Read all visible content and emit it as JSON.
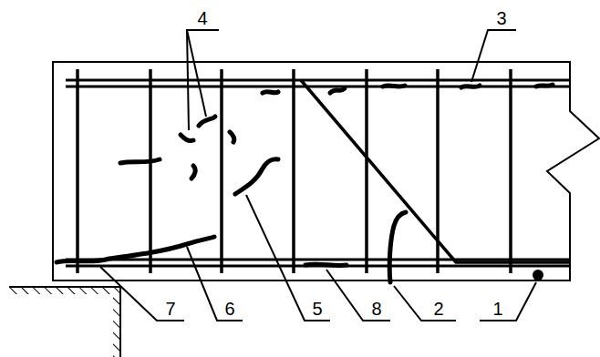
{
  "diagram": {
    "labels": [
      "4",
      "3",
      "7",
      "6",
      "5",
      "8",
      "2",
      "1"
    ]
  }
}
